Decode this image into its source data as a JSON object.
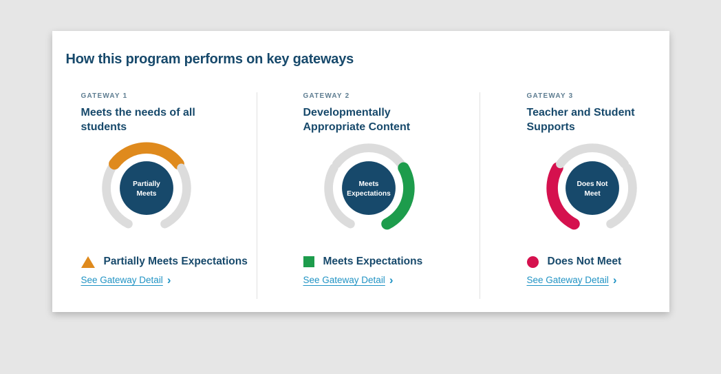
{
  "page": {
    "heading": "How this program performs on key gateways",
    "background": "#e6e6e6"
  },
  "colors": {
    "navy": "#17496b",
    "eyebrow_gray_blue": "#5e7d91",
    "ring_gray": "#dcdcdc",
    "link_teal": "#2093c4",
    "orange": "#df8a1d",
    "green": "#1d9c4c",
    "crimson": "#d5114e"
  },
  "gateways": [
    {
      "eyebrow": "GATEWAY 1",
      "title": "Meets the needs of all students",
      "gauge": {
        "active_segment": "top",
        "active_color": "#df8a1d",
        "label_line1": "Partially",
        "label_line2": "Meets"
      },
      "rating": {
        "icon": "triangle",
        "icon_color": "#df8a1d",
        "label": "Partially Meets Expectations"
      },
      "link": {
        "label": "See Gateway Detail",
        "chevron": "›"
      }
    },
    {
      "eyebrow": "GATEWAY 2",
      "title": "Developmentally Appropriate Content",
      "gauge": {
        "active_segment": "right",
        "active_color": "#1d9c4c",
        "label_line1": "Meets",
        "label_line2": "Expectations"
      },
      "rating": {
        "icon": "square",
        "icon_color": "#1d9c4c",
        "label": "Meets Expectations"
      },
      "link": {
        "label": "See Gateway Detail",
        "chevron": "›"
      }
    },
    {
      "eyebrow": "GATEWAY 3",
      "title": "Teacher and Student Supports",
      "gauge": {
        "active_segment": "left",
        "active_color": "#d5114e",
        "label_line1": "Does Not",
        "label_line2": "Meet"
      },
      "rating": {
        "icon": "circle",
        "icon_color": "#d5114e",
        "label": "Does Not Meet"
      },
      "link": {
        "label": "See Gateway Detail",
        "chevron": "›"
      }
    }
  ]
}
